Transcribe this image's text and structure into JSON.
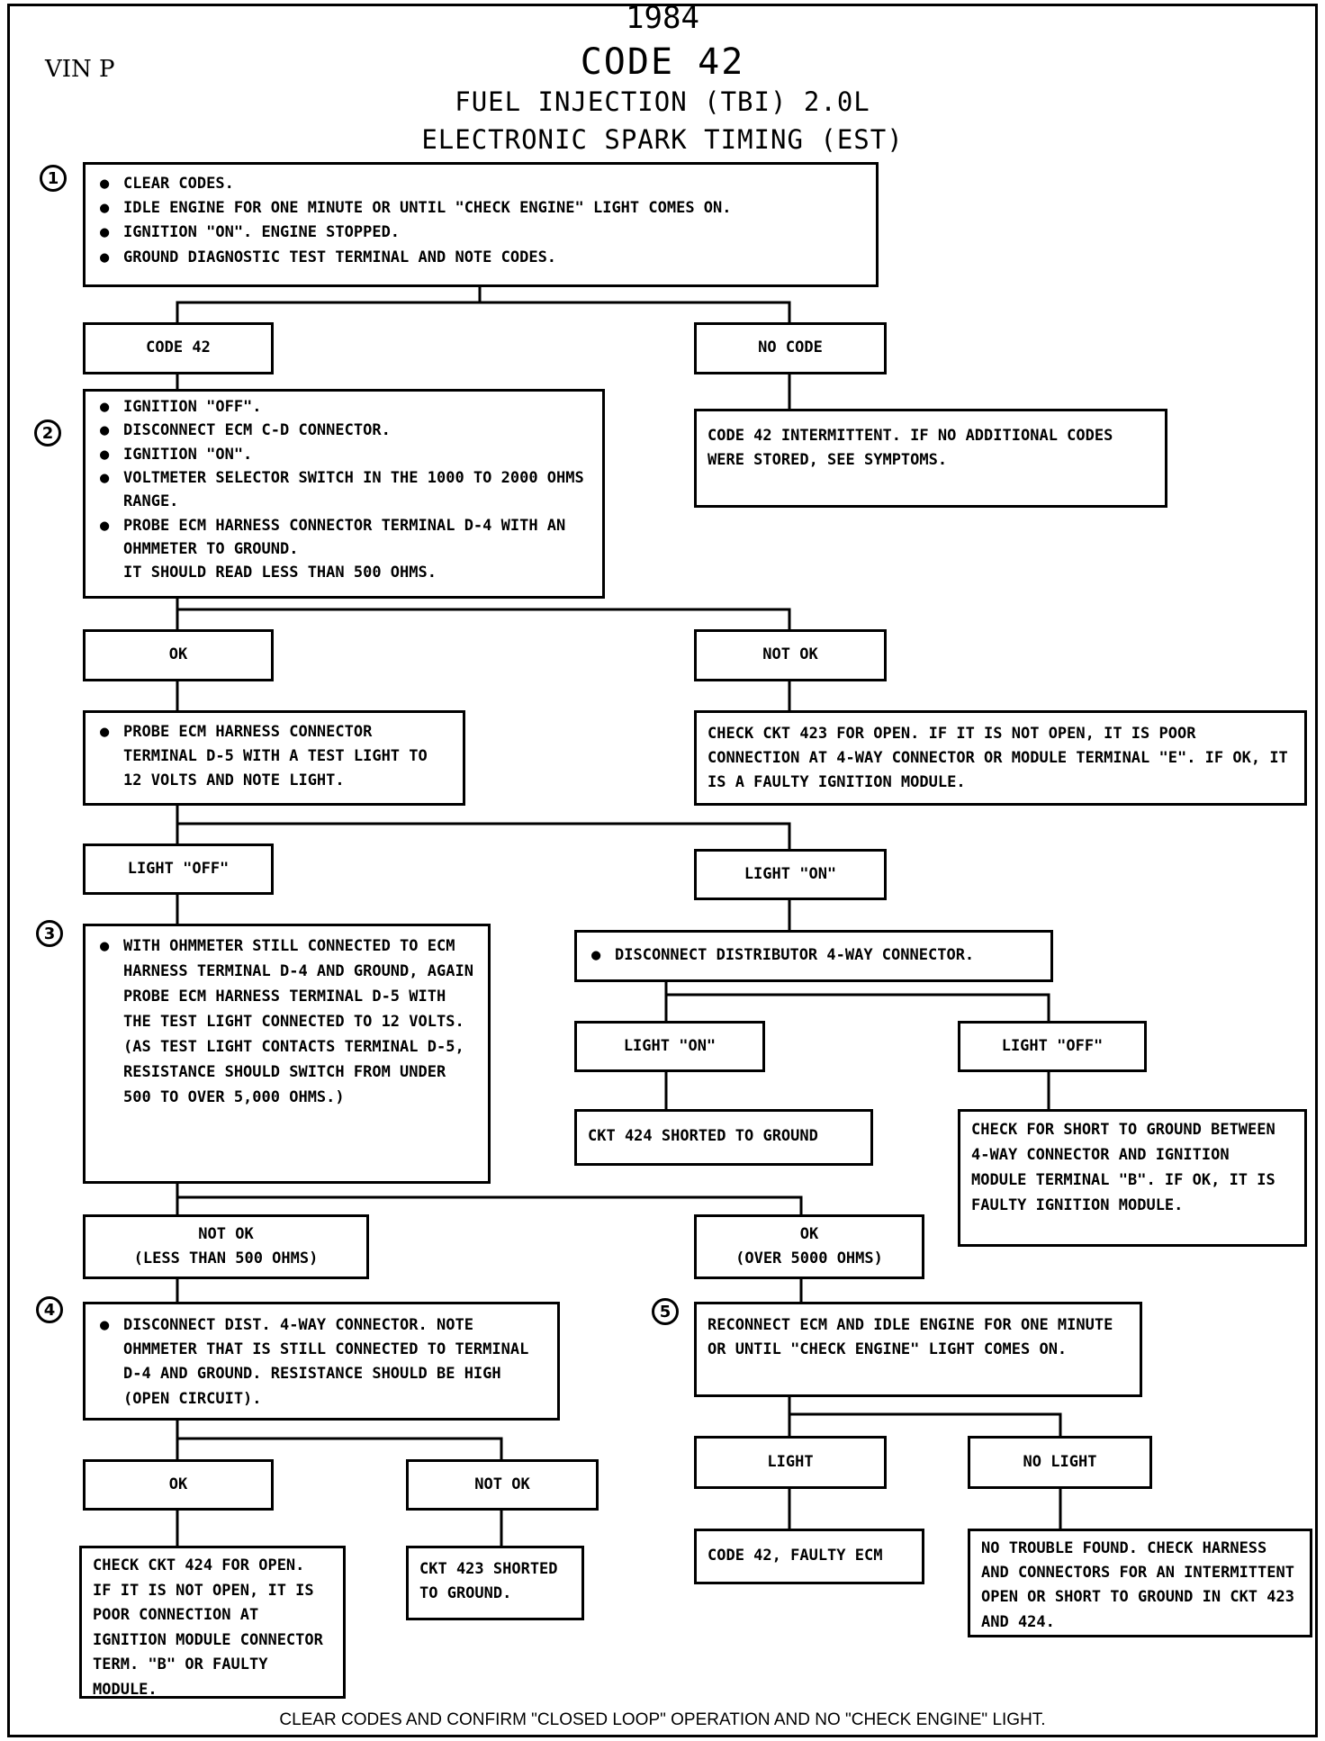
{
  "header": {
    "year": "1984",
    "code": "CODE 42",
    "subtitle1": "FUEL INJECTION (TBI) 2.0L",
    "subtitle2": "ELECTRONIC SPARK TIMING (EST)",
    "vin": "VIN P"
  },
  "steps": [
    "1",
    "2",
    "3",
    "4",
    "5"
  ],
  "step1": {
    "items": [
      "CLEAR CODES.",
      "IDLE ENGINE FOR ONE MINUTE OR UNTIL \"CHECK ENGINE\" LIGHT COMES ON.",
      "IGNITION \"ON\". ENGINE STOPPED.",
      "GROUND DIAGNOSTIC TEST TERMINAL AND NOTE CODES."
    ]
  },
  "branch1": {
    "yes": "CODE 42",
    "no": "NO CODE"
  },
  "intermittent": "CODE 42 INTERMITTENT.  IF NO ADDITIONAL CODES WERE STORED, SEE SYMPTOMS.",
  "step2": {
    "items": [
      "IGNITION \"OFF\".",
      "DISCONNECT ECM C-D CONNECTOR.",
      "IGNITION \"ON\".",
      "VOLTMETER SELECTOR SWITCH IN THE 1000 TO 2000 OHMS RANGE.",
      "PROBE ECM HARNESS CONNECTOR TERMINAL D-4 WITH AN OHMMETER TO GROUND.\nIT SHOULD READ LESS THAN 500 OHMS."
    ]
  },
  "branch2": {
    "ok": "OK",
    "notok": "NOT OK"
  },
  "check423": "CHECK CKT 423 FOR OPEN.  IF IT IS NOT OPEN, IT IS POOR CONNECTION AT 4-WAY CONNECTOR OR MODULE TERMINAL \"E\".  IF OK, IT IS A FAULTY IGNITION MODULE.",
  "probeD5": "PROBE ECM HARNESS CONNECTOR TERMINAL D-5 WITH A TEST LIGHT TO 12 VOLTS AND NOTE LIGHT.",
  "branch3": {
    "off": "LIGHT \"OFF\"",
    "on": "LIGHT \"ON\""
  },
  "disconnectDist": "DISCONNECT DISTRIBUTOR 4-WAY CONNECTOR.",
  "branch3b": {
    "on": "LIGHT \"ON\"",
    "off": "LIGHT \"OFF\""
  },
  "ckt424short": "CKT 424 SHORTED TO GROUND",
  "checkShort": "CHECK FOR SHORT TO GROUND BETWEEN 4-WAY CONNECTOR AND IGNITION MODULE TERMINAL \"B\". IF OK, IT IS FAULTY IGNITION MODULE.",
  "step3": "WITH OHMMETER STILL CONNECTED TO ECM HARNESS TERMINAL D-4 AND GROUND, AGAIN PROBE ECM HARNESS TERMINAL D-5 WITH THE TEST LIGHT CONNECTED TO 12 VOLTS. (AS TEST LIGHT CONTACTS TERMINAL D-5, RESISTANCE SHOULD SWITCH FROM UNDER 500 TO OVER 5,000 OHMS.)",
  "branch4": {
    "notok": "NOT OK\n(LESS THAN 500 OHMS)",
    "ok": "OK\n(OVER 5000 OHMS)"
  },
  "step4": "DISCONNECT DIST. 4-WAY CONNECTOR.  NOTE OHMMETER THAT IS STILL CONNECTED TO TERMINAL D-4 AND GROUND.  RESISTANCE SHOULD BE HIGH (OPEN CIRCUIT).",
  "step5": "RECONNECT ECM AND IDLE ENGINE FOR ONE MINUTE OR UNTIL \"CHECK ENGINE\" LIGHT COMES ON.",
  "branch5": {
    "ok": "OK",
    "notok": "NOT OK"
  },
  "check424": "CHECK CKT 424 FOR OPEN. IF IT IS NOT OPEN, IT IS POOR CONNECTION AT IGNITION MODULE CONNECTOR TERM. \"B\" OR FAULTY MODULE.",
  "ckt423short": "CKT 423 SHORTED TO GROUND.",
  "branch6": {
    "light": "LIGHT",
    "nolight": "NO LIGHT"
  },
  "faultyEcm": "CODE 42, FAULTY ECM",
  "noTrouble": "NO TROUBLE FOUND.  CHECK HARNESS AND CONNECTORS FOR AN INTERMITTENT OPEN OR SHORT TO GROUND IN CKT 423 AND 424.",
  "footer": "CLEAR CODES AND CONFIRM \"CLOSED LOOP\" OPERATION AND NO \"CHECK ENGINE\" LIGHT."
}
